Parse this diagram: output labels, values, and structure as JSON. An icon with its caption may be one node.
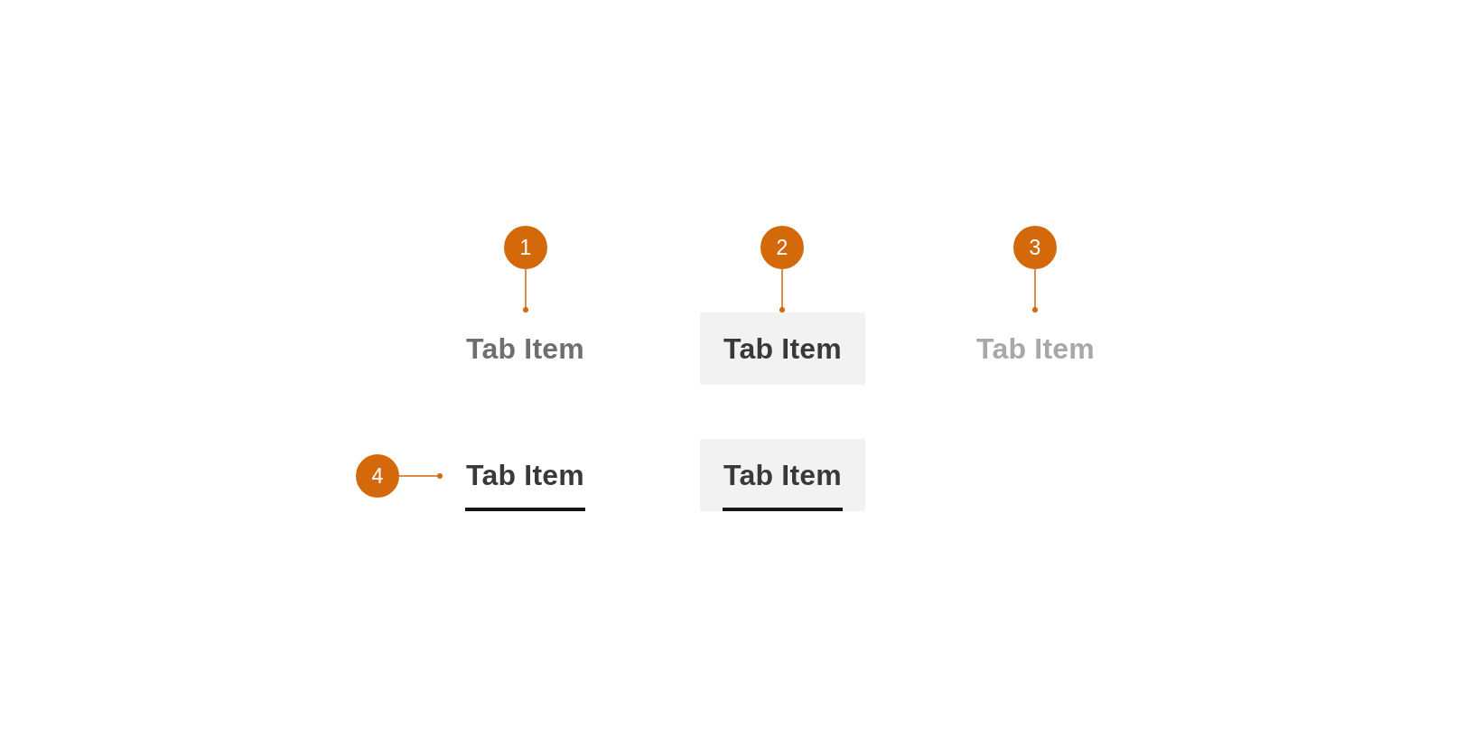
{
  "diagram": {
    "nodes": [
      {
        "text": [
          "1"
        ]
      },
      {
        "text": [
          "2"
        ]
      },
      {
        "text": [
          "3"
        ]
      },
      {
        "text": [
          "Tab Item"
        ]
      },
      {
        "text": [
          "Tab Item"
        ]
      },
      {
        "text": [
          "Tab Item"
        ]
      },
      {
        "text": [
          "4"
        ]
      },
      {
        "text": [
          "Tab Item"
        ]
      },
      {
        "text": [
          "Tab Item"
        ]
      }
    ],
    "edges": [
      {
        "from": 0,
        "to": 3,
        "arrow": "other"
      },
      {
        "from": 1,
        "to": 4,
        "arrow": "other"
      },
      {
        "from": 2,
        "to": 5,
        "arrow": "other"
      },
      {
        "from": 6,
        "to": 7,
        "arrow": "other"
      }
    ]
  }
}
